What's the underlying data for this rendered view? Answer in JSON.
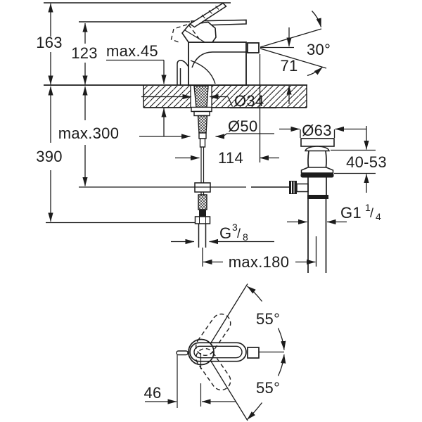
{
  "drawing_type": "faucet-installation-dimension-diagram",
  "colors": {
    "line": "#1c1c1c",
    "background": "#ffffff"
  },
  "side_view": {
    "dimensions": {
      "total_height": "163",
      "lever_height": "123",
      "max_deck_thickness": "max.45",
      "spray_angle": "30°",
      "spout_height": "71",
      "max_mounting_depth": "max.300",
      "hose_length": "390",
      "shank_diameter": "Ø34",
      "hole_diameter": "Ø50",
      "spout_reach": "114",
      "waste_flange_diameter": "Ø63",
      "clamping_range": "40-53",
      "max_reach": "max.180",
      "waste_thread": {
        "prefix": "G1",
        "numerator": "1",
        "slash": "/",
        "denominator": "4"
      },
      "supply_thread": {
        "prefix": "G",
        "numerator": "3",
        "slash": "/",
        "denominator": "8"
      }
    }
  },
  "top_view": {
    "dimensions": {
      "handle_swing_up": "55°",
      "handle_swing_down": "55°",
      "lever_offset": "46"
    }
  }
}
